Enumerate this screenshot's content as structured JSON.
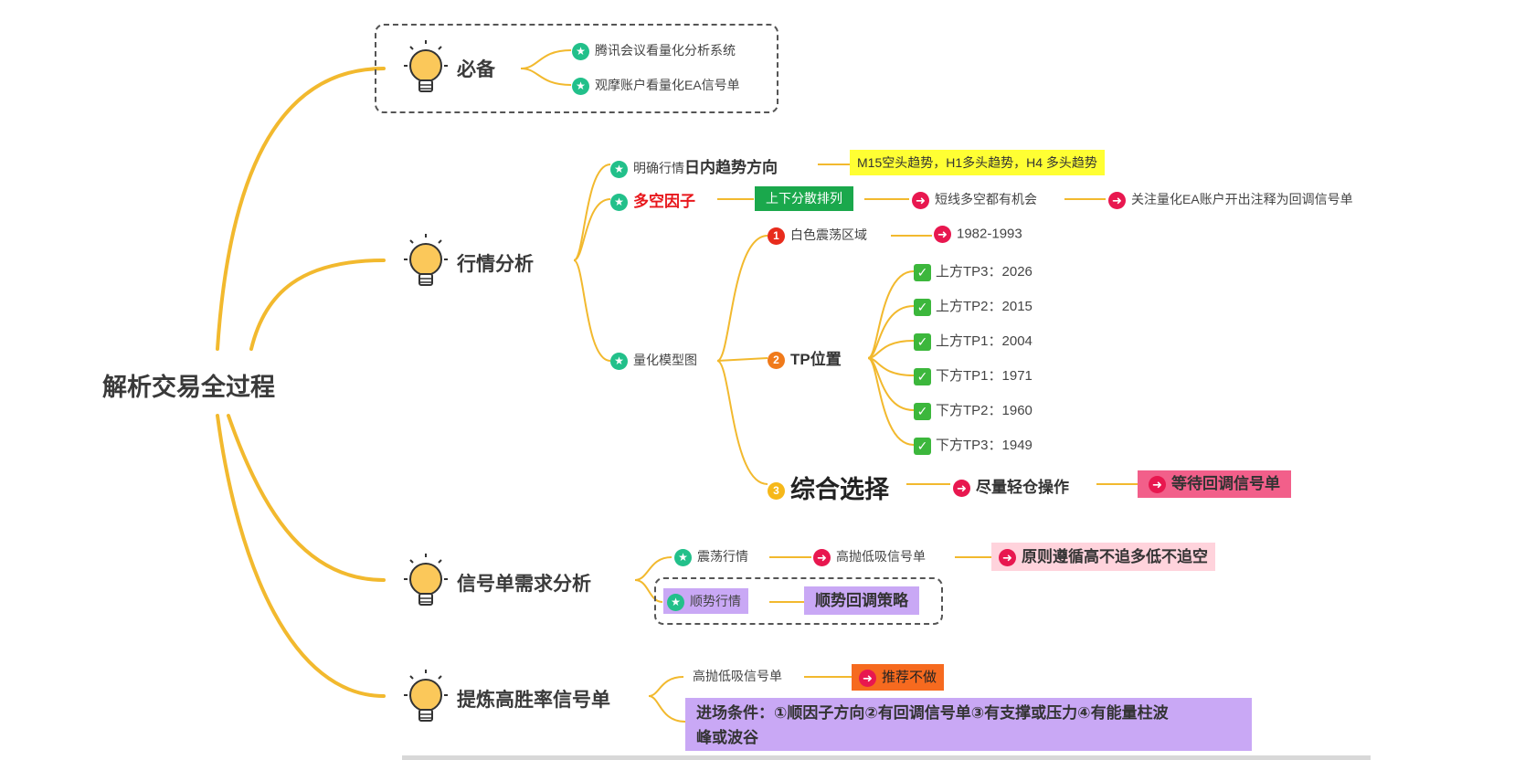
{
  "root": {
    "label": "解析交易全过程"
  },
  "colors": {
    "branch_line": "#f2b92e",
    "star": "#22c08a",
    "arrow": "#e8174f",
    "check": "#3cb73c",
    "highlight_yellow": "#ffff33",
    "highlight_green": "#1aa84c",
    "highlight_pink": "#ffd3dc",
    "highlight_hotpink": "#f25f8a",
    "highlight_purple": "#c9a8f5",
    "highlight_orange": "#f66a1f"
  },
  "branches": {
    "bibei": {
      "label": "必备",
      "items": [
        "腾讯会议看量化分析系统",
        "观摩账户看量化EA信号单"
      ]
    },
    "hangqing": {
      "label": "行情分析",
      "trend": {
        "prefix": "明确行情",
        "bold": "日内趋势方向",
        "result": "M15空头趋势，H1多头趋势，H4 多头趋势"
      },
      "factor": {
        "label": "多空因子",
        "tag": "上下分散排列",
        "step1": "短线多空都有机会",
        "step2": "关注量化EA账户开出注释为回调信号单"
      },
      "model": {
        "label": "量化模型图",
        "zone": {
          "num": "1",
          "label": "白色震荡区域",
          "value": "1982-1993"
        },
        "tp": {
          "num": "2",
          "label": "TP位置",
          "items": [
            "上方TP3：2026",
            "上方TP2：2015",
            "上方TP1：2004",
            "下方TP1：1971",
            "下方TP2：1960",
            "下方TP3：1949"
          ]
        },
        "choice": {
          "num": "3",
          "label": "综合选择",
          "step1": "尽量轻仓操作",
          "step2": "等待回调信号单"
        }
      }
    },
    "xinhao": {
      "label": "信号单需求分析",
      "range": {
        "label": "震荡行情",
        "step1": "高抛低吸信号单",
        "step2": "原则遵循高不追多低不追空"
      },
      "trend": {
        "label": "顺势行情",
        "strategy": "顺势回调策略"
      }
    },
    "tilian": {
      "label": "提炼高胜率信号单",
      "item1": {
        "label": "高抛低吸信号单",
        "tag": "推荐不做"
      },
      "item2": {
        "line1": "进场条件：①顺因子方向②有回调信号单③有支撑或压力④有能量柱波",
        "line2": "峰或波谷"
      }
    }
  }
}
